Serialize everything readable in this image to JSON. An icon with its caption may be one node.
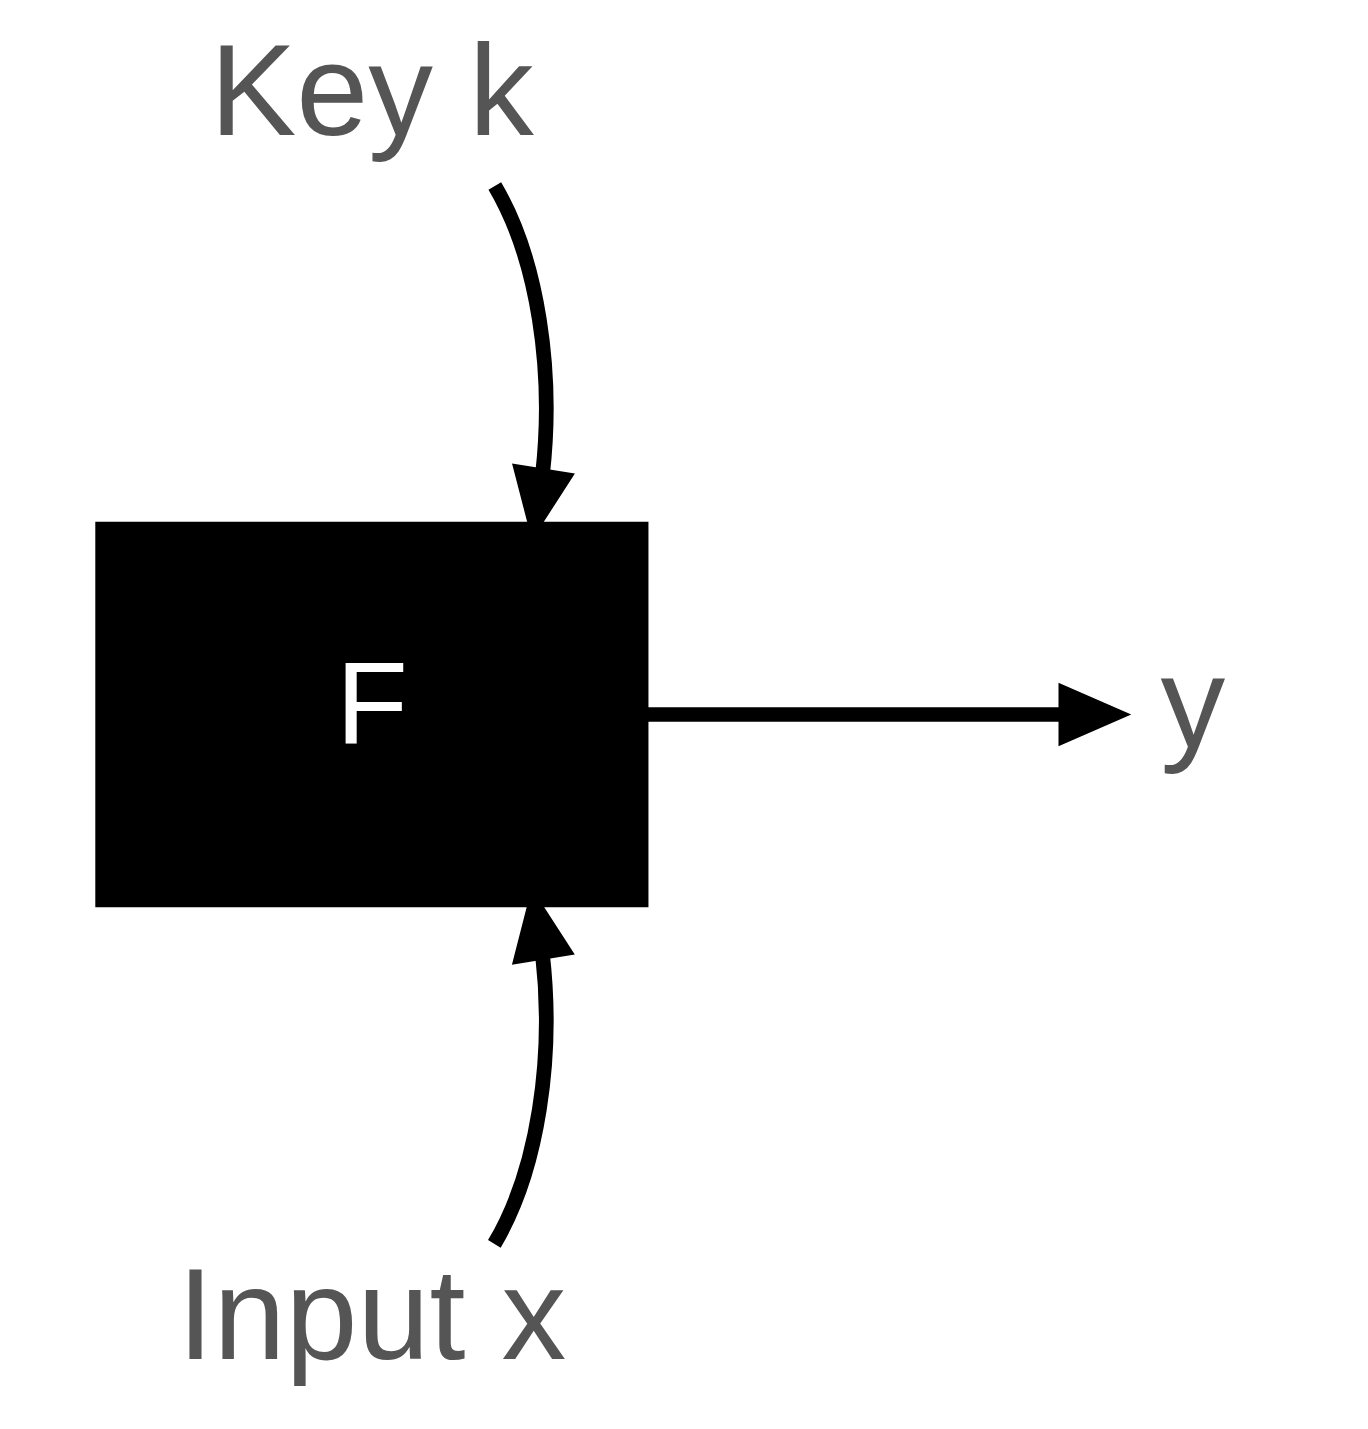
{
  "diagram": {
    "nodes": [
      {
        "text": [
          "Key k"
        ]
      },
      {
        "text": [
          "F"
        ]
      },
      {
        "text": [
          "y"
        ]
      },
      {
        "text": [
          "Input x"
        ]
      }
    ],
    "edges": [
      {
        "from": 0,
        "to": 1,
        "arrow": "to"
      },
      {
        "from": 3,
        "to": 1,
        "arrow": "to"
      },
      {
        "from": 1,
        "to": 2,
        "arrow": "to"
      }
    ]
  }
}
